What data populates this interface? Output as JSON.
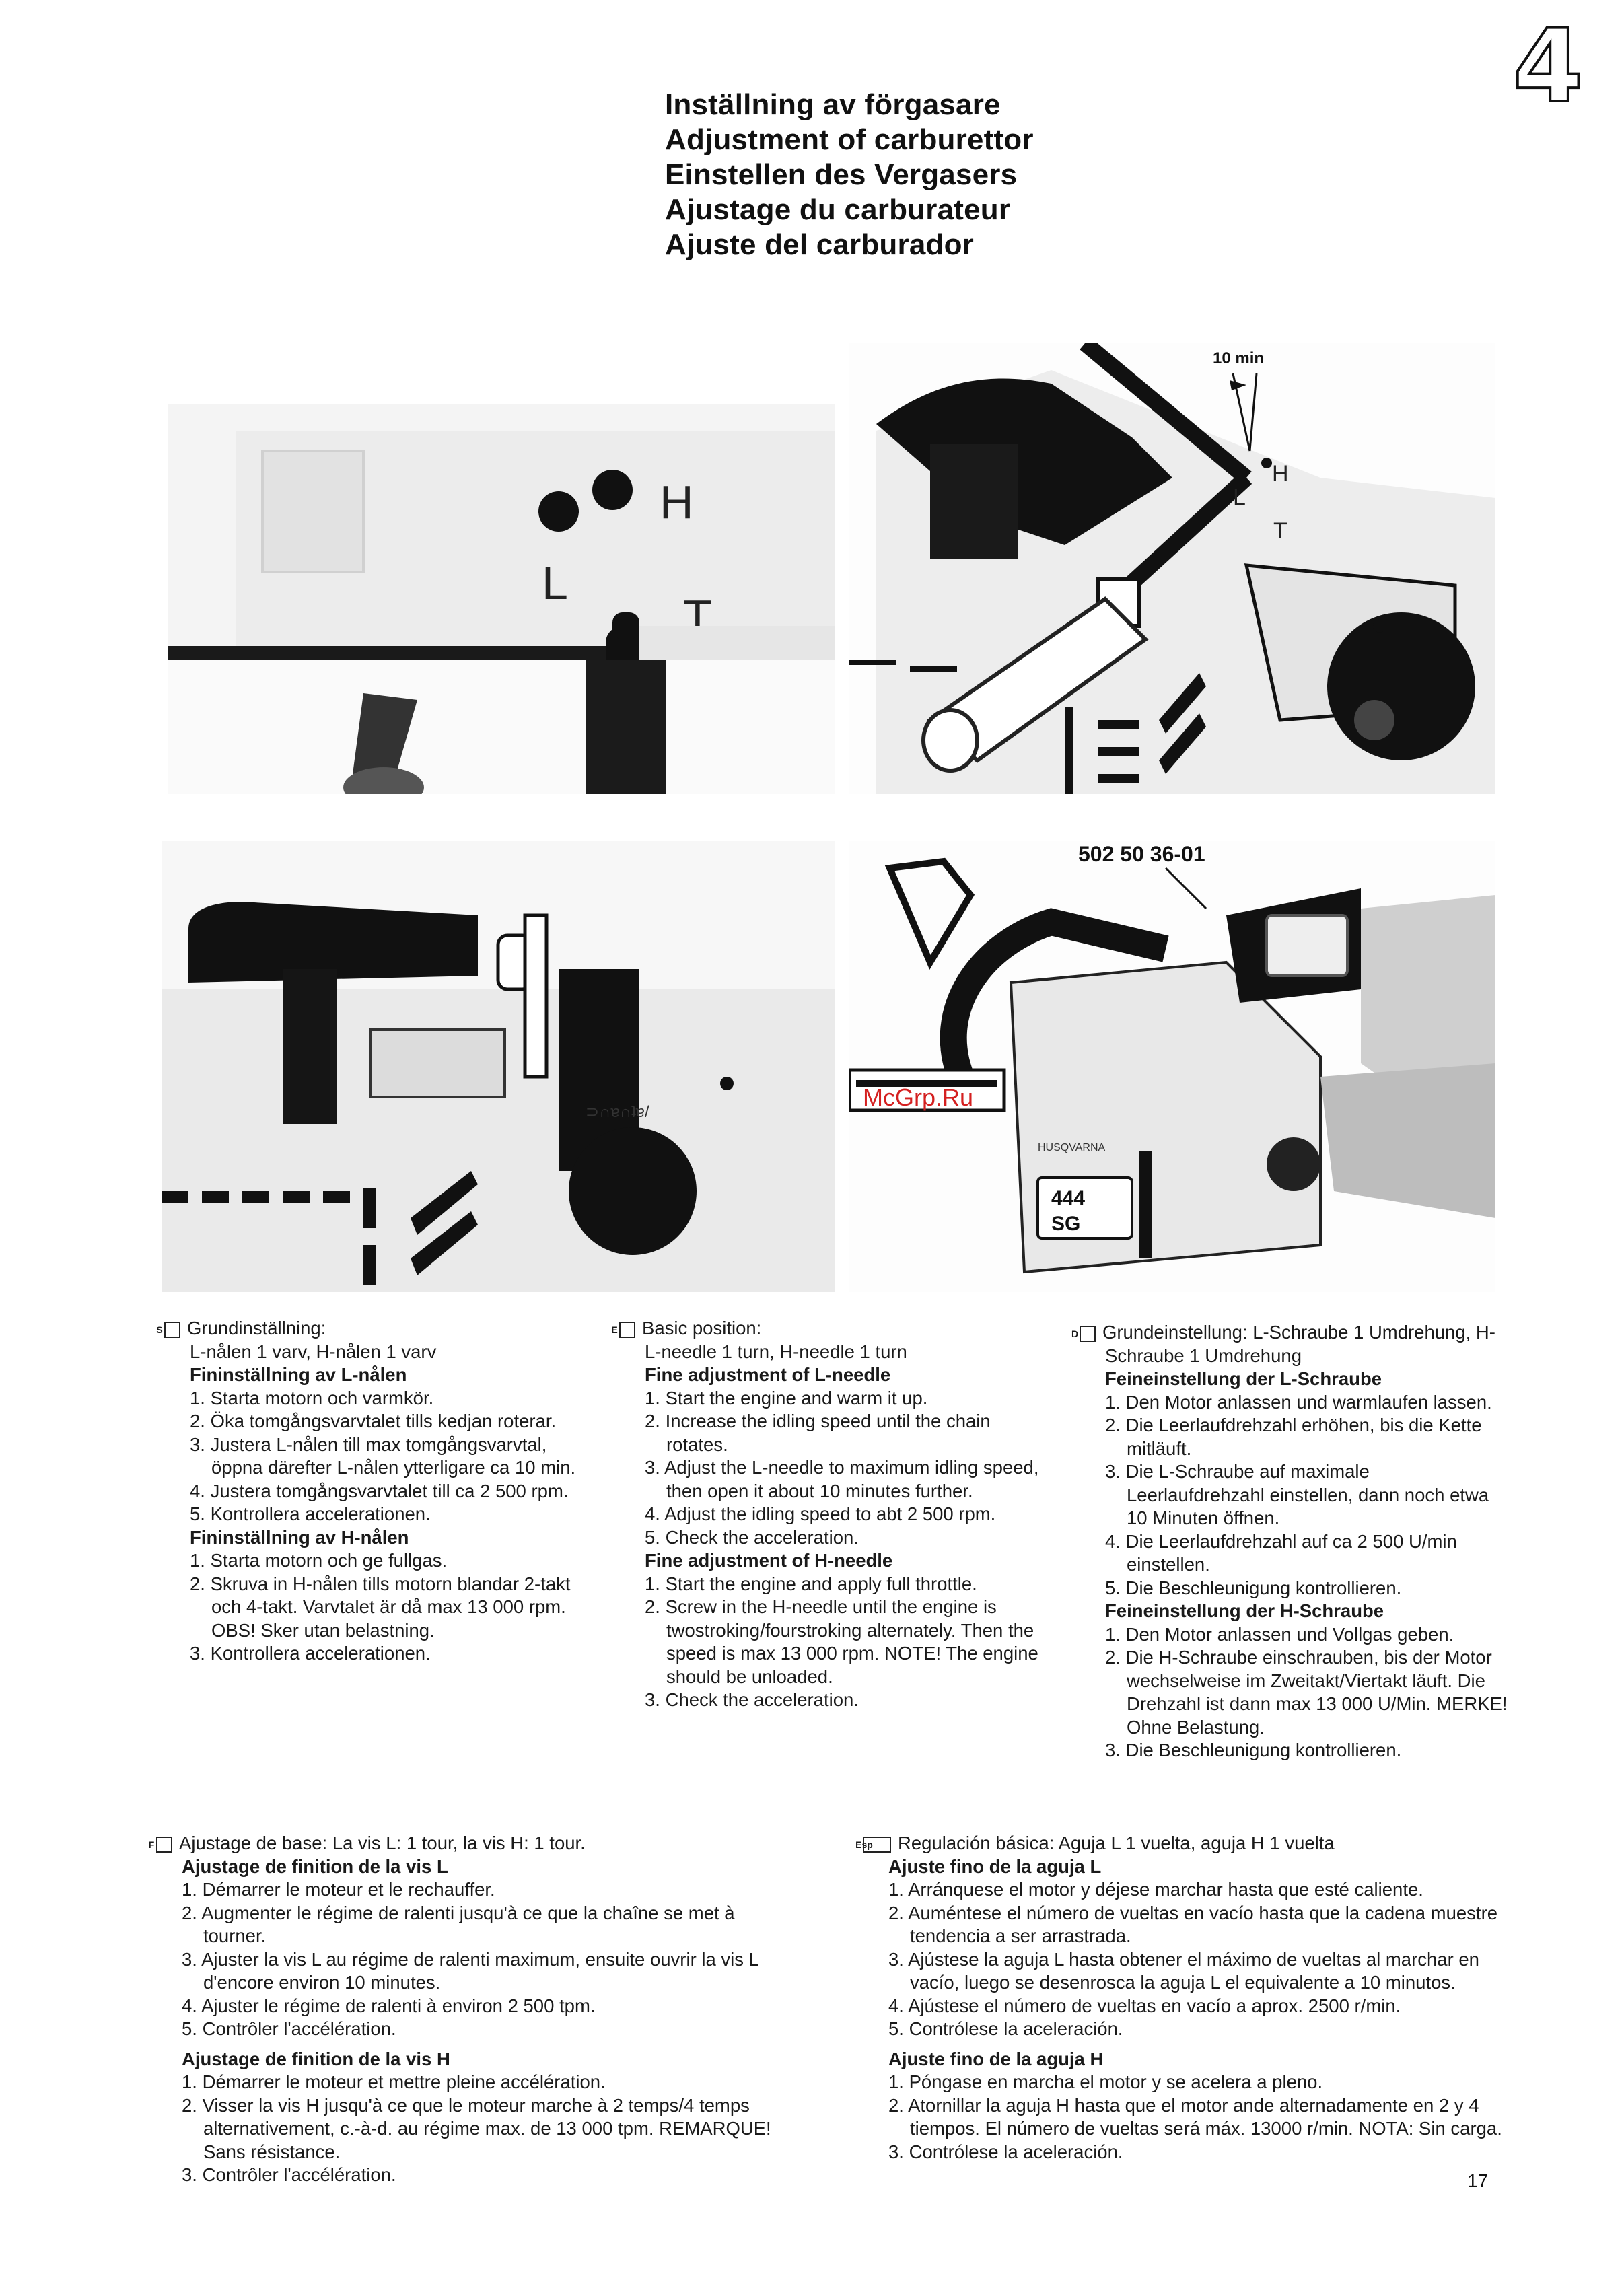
{
  "page": {
    "section_number": "4",
    "titles": [
      "Inställning av förgasare",
      "Adjustment of carburettor",
      "Einstellen des Vergasers",
      "Ajustage du carburateur",
      "Ajuste del carburador"
    ],
    "page_number": "17",
    "watermark": "McGrp.Ru"
  },
  "figures": {
    "fig1": {
      "label_h": "H",
      "label_l": "L",
      "label_t": "T"
    },
    "fig2": {
      "callout": "10 min",
      "label_h": "H",
      "label_l": "L",
      "label_t": "T"
    },
    "fig3": {
      "stamp": "⊃∩ɐ∩ʇɐ/"
    },
    "fig4": {
      "part_number": "502 50 36-01",
      "model_badge_top": "444",
      "model_badge_bottom": "SG",
      "brand": "HUSQVARNA"
    }
  },
  "sections": {
    "sv": {
      "lang_mark": "S",
      "basic_title": "Grundinställning:",
      "basic_text": "L-nålen 1 varv, H-nålen 1 varv",
      "fine_l_title": "Fininställning av L-nålen",
      "fine_l": [
        {
          "n": "1.",
          "t": "Starta motorn och varmkör."
        },
        {
          "n": "2.",
          "t": "Öka tomgångsvarvtalet tills kedjan roterar."
        },
        {
          "n": "3.",
          "t": "Justera L-nålen till max tomgångsvarvtal, öppna därefter L-nålen ytterligare ca 10 min."
        },
        {
          "n": "4.",
          "t": "Justera tomgångsvarvtalet till ca 2 500 rpm."
        },
        {
          "n": "5.",
          "t": "Kontrollera accelerationen."
        }
      ],
      "fine_h_title": "Fininställning av H-nålen",
      "fine_h": [
        {
          "n": "1.",
          "t": "Starta motorn och ge fullgas."
        },
        {
          "n": "2.",
          "t": "Skruva in H-nålen tills motorn blandar 2-takt och 4-takt. Varvtalet är då max 13 000 rpm. OBS! Sker utan belastning."
        },
        {
          "n": "3.",
          "t": "Kontrollera accelerationen."
        }
      ]
    },
    "en": {
      "lang_mark": "E",
      "basic_title": "Basic position:",
      "basic_text": "L-needle 1 turn, H-needle 1 turn",
      "fine_l_title": "Fine adjustment of L-needle",
      "fine_l": [
        {
          "n": "1.",
          "t": "Start the engine and warm it up."
        },
        {
          "n": "2.",
          "t": "Increase the idling speed until the chain rotates."
        },
        {
          "n": "3.",
          "t": "Adjust the L-needle to maximum idling speed, then open it about 10 minutes further."
        },
        {
          "n": "4.",
          "t": "Adjust the idling speed to abt 2 500 rpm."
        },
        {
          "n": "5.",
          "t": "Check the acceleration."
        }
      ],
      "fine_h_title": "Fine adjustment of H-needle",
      "fine_h": [
        {
          "n": "1.",
          "t": "Start the engine and apply full throttle."
        },
        {
          "n": "2.",
          "t": "Screw in the H-needle until the engine is twostroking/fourstroking alternately. Then the speed is max 13 000 rpm. NOTE! The engine should be unloaded."
        },
        {
          "n": "3.",
          "t": "Check the acceleration."
        }
      ]
    },
    "de": {
      "lang_mark": "D",
      "basic_text": "Grundeinstellung: L-Schraube 1 Umdrehung, H-Schraube 1 Umdrehung",
      "fine_l_title": "Feineinstellung der L-Schraube",
      "fine_l": [
        {
          "n": "1.",
          "t": "Den Motor anlassen und warmlaufen lassen."
        },
        {
          "n": "2.",
          "t": "Die Leerlaufdrehzahl erhöhen, bis die Kette mitläuft."
        },
        {
          "n": "3.",
          "t": "Die L-Schraube auf maximale Leerlaufdrehzahl einstellen, dann noch etwa 10 Minuten öffnen."
        },
        {
          "n": "4.",
          "t": "Die Leerlaufdrehzahl auf ca 2 500 U/min einstellen."
        },
        {
          "n": "5.",
          "t": "Die Beschleunigung kontrollieren."
        }
      ],
      "fine_h_title": "Feineinstellung der H-Schraube",
      "fine_h": [
        {
          "n": "1.",
          "t": "Den Motor anlassen und Vollgas geben."
        },
        {
          "n": "2.",
          "t": "Die H-Schraube einschrauben, bis der Motor wechselweise im Zweitakt/Viertakt läuft. Die Drehzahl ist dann max 13 000 U/Min. MERKE! Ohne Belastung."
        },
        {
          "n": "3.",
          "t": "Die Beschleunigung kontrollieren."
        }
      ]
    },
    "fr": {
      "lang_mark": "F",
      "basic_text": "Ajustage de base: La vis L: 1 tour, la vis H: 1 tour.",
      "fine_l_title": "Ajustage de finition de la vis L",
      "fine_l": [
        {
          "n": "1.",
          "t": "Démarrer le moteur et le rechauffer."
        },
        {
          "n": "2.",
          "t": "Augmenter le régime de ralenti jusqu'à ce que la chaîne se met à tourner."
        },
        {
          "n": "3.",
          "t": "Ajuster la vis L au régime de ralenti maximum, ensuite ouvrir la vis L d'encore environ 10 minutes."
        },
        {
          "n": "4.",
          "t": "Ajuster le régime de ralenti à environ 2 500 tpm."
        },
        {
          "n": "5.",
          "t": "Contrôler l'accélération."
        }
      ],
      "fine_h_title": "Ajustage de finition de la vis H",
      "fine_h": [
        {
          "n": "1.",
          "t": "Démarrer le moteur et mettre pleine accélération."
        },
        {
          "n": "2.",
          "t": "Visser la vis H jusqu'à ce que le moteur marche à 2 temps/4 temps alternativement, c.-à-d. au régime max. de 13 000 tpm. REMARQUE! Sans résistance."
        },
        {
          "n": "3.",
          "t": "Contrôler l'accélération."
        }
      ]
    },
    "es": {
      "lang_mark": "Esp",
      "basic_text": "Regulación básica: Aguja L 1 vuelta, aguja H 1 vuelta",
      "fine_l_title": "Ajuste fino de la aguja L",
      "fine_l": [
        {
          "n": "1.",
          "t": "Arránquese el motor y déjese marchar hasta que esté caliente."
        },
        {
          "n": "2.",
          "t": "Auméntese el número de vueltas en vacío hasta que la cadena muestre tendencia a ser arrastrada."
        },
        {
          "n": "3.",
          "t": "Ajústese la aguja L hasta obtener el máximo de vueltas al marchar en vacío, luego se desenrosca la aguja L el equivalente a 10 minutos."
        },
        {
          "n": "4.",
          "t": "Ajústese el número de vueltas en vacío a aprox. 2500 r/min."
        },
        {
          "n": "5.",
          "t": "Contrólese la aceleración."
        }
      ],
      "fine_h_title": "Ajuste fino de la aguja H",
      "fine_h": [
        {
          "n": "1.",
          "t": "Póngase en marcha el motor y se acelera a pleno."
        },
        {
          "n": "2.",
          "t": "Atornillar la aguja H hasta que el motor ande alternadamente en 2 y 4 tiempos. El número de vueltas será máx. 13000 r/min. NOTA: Sin carga."
        },
        {
          "n": "3.",
          "t": "Contrólese la aceleración."
        }
      ]
    }
  }
}
